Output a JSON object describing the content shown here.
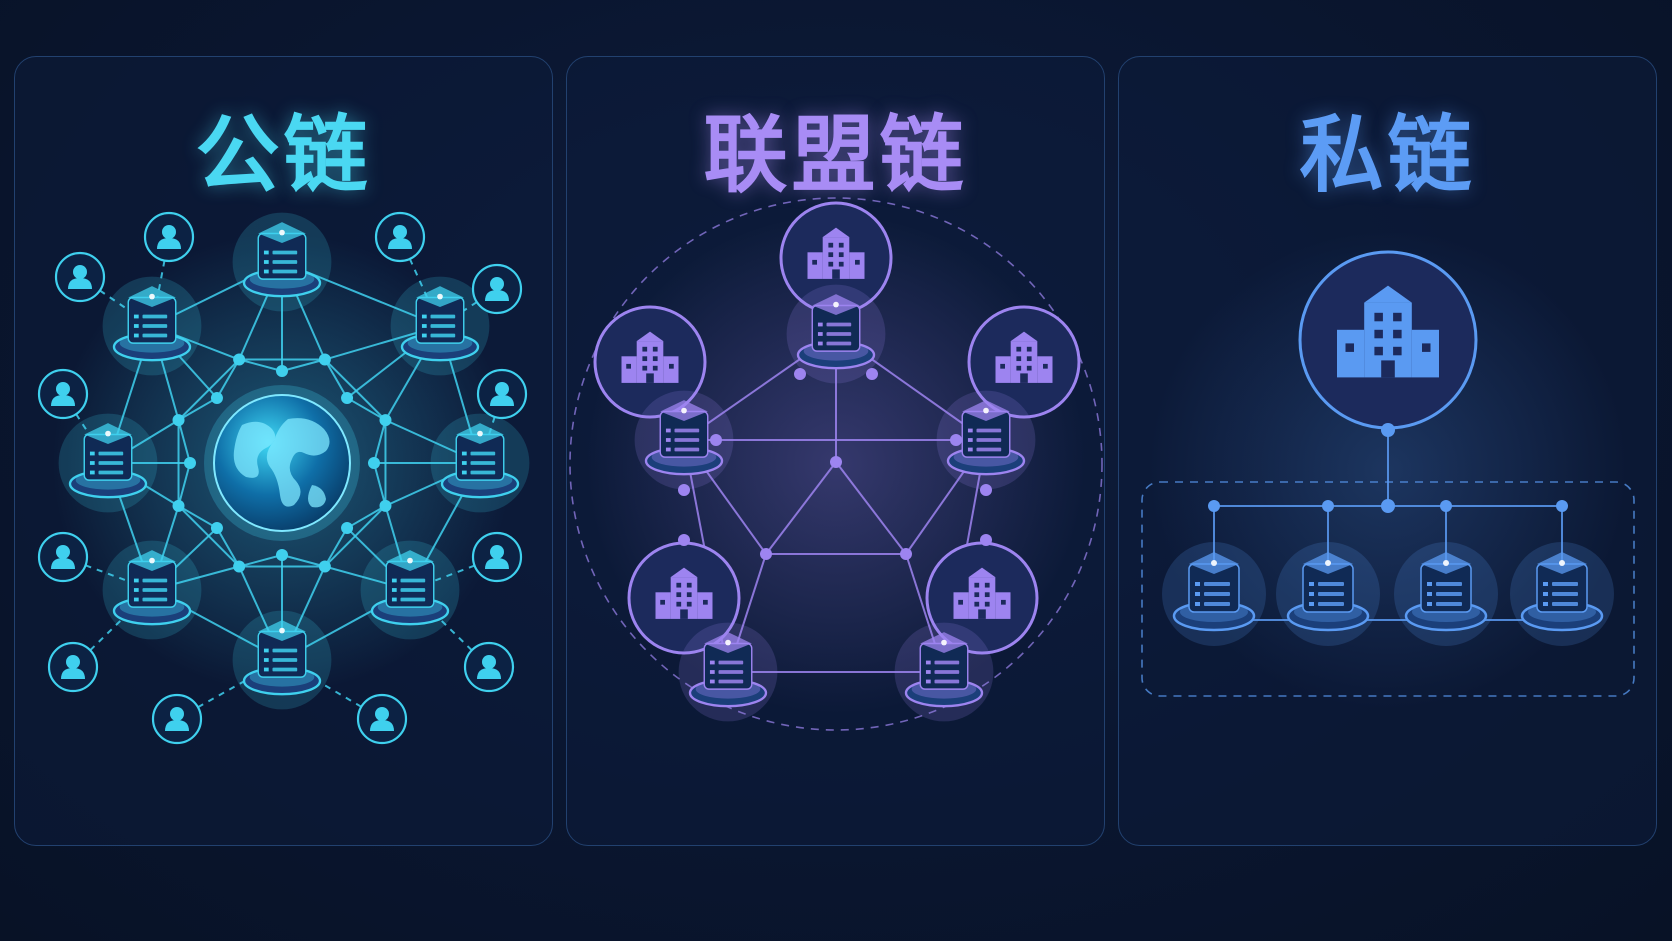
{
  "panels": [
    {
      "id": "public",
      "title": "公链",
      "accent": "#3fd0ee"
    },
    {
      "id": "consortium",
      "title": "联盟链",
      "accent": "#9d84f0"
    },
    {
      "id": "private",
      "title": "私链",
      "accent": "#5a9af2"
    }
  ],
  "icons": {
    "public": [
      "globe-icon",
      "server-icon",
      "user-icon"
    ],
    "consortium": [
      "building-icon",
      "server-icon"
    ],
    "private": [
      "building-icon",
      "server-icon"
    ]
  },
  "colors": {
    "background": "#0a1630",
    "panel_border": "#22416f",
    "public": "#3fd0ee",
    "consortium": "#9d84f0",
    "private": "#5a9af2"
  }
}
